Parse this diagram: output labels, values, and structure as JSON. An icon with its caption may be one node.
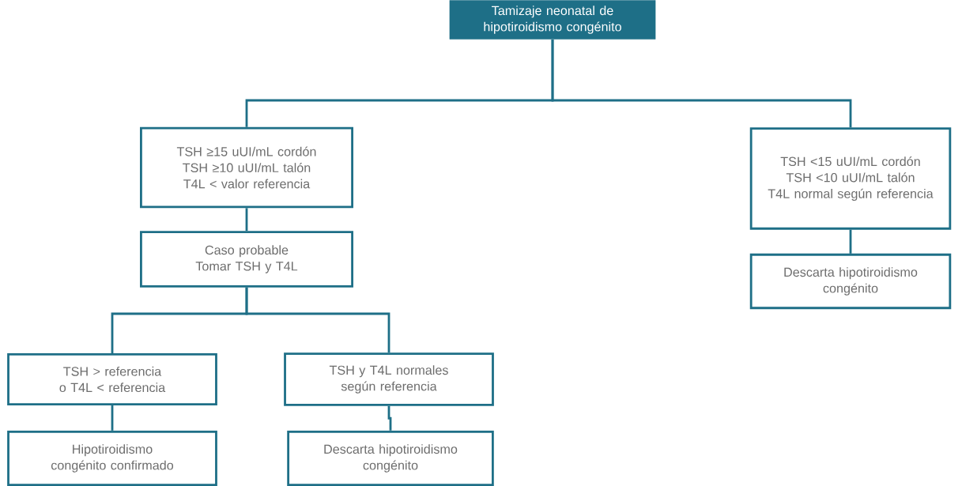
{
  "diagram": {
    "nodes": [
      {
        "text": [
          "Tamizaje neonatal de hipotiroidismo congénito"
        ]
      },
      {
        "text": [
          "TSH ≥15 uUI/mL cordón",
          "TSH ≥10 uUI/mL talón",
          "T4L < valor referencia"
        ]
      },
      {
        "text": [
          "Caso probable",
          "Tomar TSH y T4L"
        ]
      },
      {
        "text": [
          "TSH > referencia o T4L < referencia"
        ]
      },
      {
        "text": [
          "TSH y T4L normales según referencia"
        ]
      },
      {
        "text": [
          "Hipotiroidismo congénito confirmado"
        ]
      },
      {
        "text": [
          "Descarta hipotiroidismo congénito"
        ]
      },
      {
        "text": [
          "TSH <15 uUI/mL cordón",
          "TSH <10 uUI/mL talón",
          "T4L normal según referencia"
        ]
      },
      {
        "text": [
          "Descarta hipotiroidismo congénito"
        ]
      }
    ],
    "edges": [
      {
        "from": 0,
        "to": 1,
        "arrow": "none"
      },
      {
        "from": 0,
        "to": 7,
        "arrow": "none"
      },
      {
        "from": 1,
        "to": 2,
        "arrow": "none"
      },
      {
        "from": 2,
        "to": 3,
        "arrow": "none"
      },
      {
        "from": 2,
        "to": 4,
        "arrow": "none"
      },
      {
        "from": 3,
        "to": 5,
        "arrow": "none"
      },
      {
        "from": 4,
        "to": 6,
        "arrow": "none"
      },
      {
        "from": 7,
        "to": 8,
        "arrow": "none"
      }
    ]
  }
}
